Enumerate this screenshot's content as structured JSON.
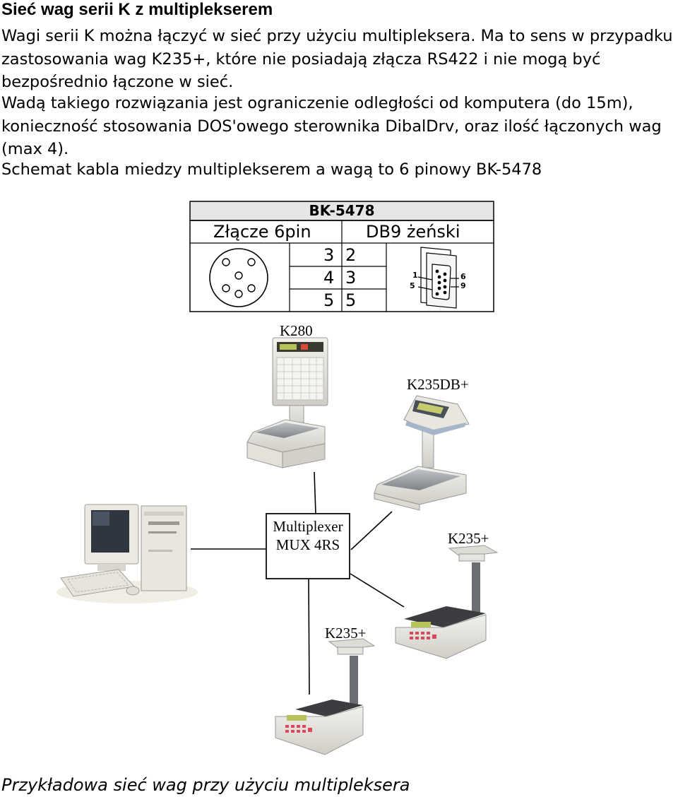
{
  "title": "Sieć wag serii K z multiplekserem",
  "paragraphs": [
    "Wagi serii K można łączyć w sieć przy użyciu multipleksera. Ma to sens w przypadku zastosowania wag K235+, które nie posiadają złącza RS422 i nie mogą być bezpośrednio łączone w sieć.",
    "Wadą takiego rozwiązania jest ograniczenie odległości od komputera (do 15m), konieczność stosowania DOS'owego sterownika DibalDrv, oraz ilość łączonych wag (max 4).",
    "Schemat kabla miedzy multiplekserem a wagą to 6 pinowy BK-5478"
  ],
  "cable_table": {
    "title": "BK-5478",
    "col_left": "Złącze 6pin",
    "col_right": "DB9 żeński",
    "rows": [
      {
        "pin6": "3",
        "db9": "2"
      },
      {
        "pin6": "4",
        "db9": "3"
      },
      {
        "pin6": "5",
        "db9": "5"
      }
    ],
    "db9_labels": [
      "1",
      "5",
      "6",
      "9"
    ]
  },
  "network": {
    "multiplexer_line1": "Multiplexer",
    "multiplexer_line2": "MUX 4RS",
    "scales": [
      "K280",
      "K235DB+",
      "K235+",
      "K235+"
    ]
  },
  "caption": "Przykładowa sieć wag przy użyciu multipleksera",
  "icons": [
    "connector-6pin-icon",
    "db9-connector-icon",
    "computer-icon",
    "scale-icon"
  ]
}
